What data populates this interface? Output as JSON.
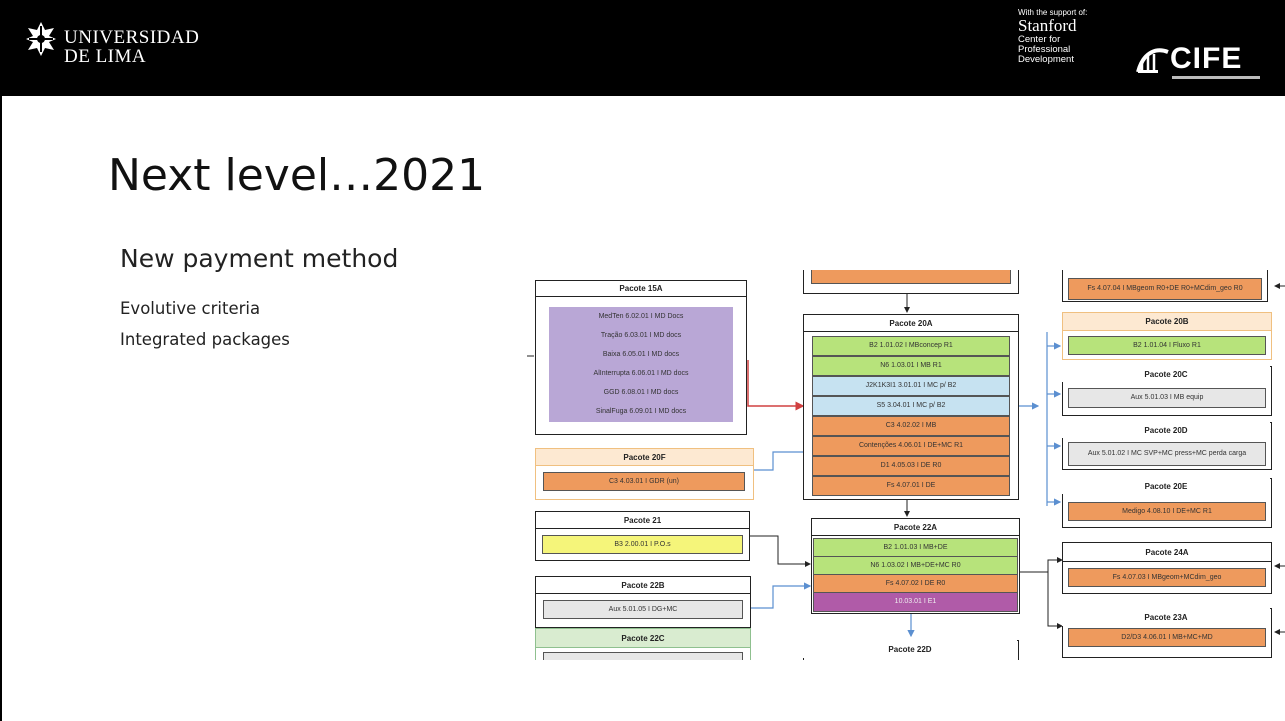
{
  "header": {
    "university": [
      "UNIVERSIDAD",
      "DE LIMA"
    ],
    "support_label": "With the support of:",
    "stanford": "Stanford",
    "center_lines": [
      "Center for",
      "Professional",
      "Development"
    ],
    "cife": "CIFE"
  },
  "slide": {
    "title": "Next level…2021",
    "subtitle": "New payment method",
    "bullets": [
      "Evolutive criteria",
      "Integrated packages"
    ]
  },
  "diagram": {
    "p15a": {
      "title": "Pacote 15A",
      "items": [
        "MedTen 6.02.01 I MD Docs",
        "Tração 6.03.01 I MD docs",
        "Baixa 6.05.01 I MD docs",
        "AlInterrupta 6.06.01 I MD docs",
        "GGD 6.08.01 I MD docs",
        "SinalFuga 6.09.01 I MD docs"
      ]
    },
    "p20f": {
      "title": "Pacote 20F",
      "items": [
        "C3 4.03.01 I GDR (un)"
      ]
    },
    "p21": {
      "title": "Pacote 21",
      "items": [
        "B3 2.00.01 I P.O.s"
      ]
    },
    "p22b": {
      "title": "Pacote 22B",
      "items": [
        "Aux 5.01.05 I DG+MC"
      ]
    },
    "p22c": {
      "title": "Pacote 22C"
    },
    "p20a": {
      "title": "Pacote 20A",
      "items": [
        "B2 1.01.02 I MBconcep R1",
        "N6 1.03.01 I MB R1",
        "J2K1K3I1 3.01.01 I MC p/ B2",
        "S5 3.04.01 I MC p/ B2",
        "C3 4.02.02 I MB",
        "Contenções 4.06.01 I DE+MC R1",
        "D1 4.05.03 I DE R0",
        "Fs 4.07.01 I DE"
      ]
    },
    "p22a": {
      "title": "Pacote 22A",
      "items": [
        "B2 1.01.03 I MB+DE",
        "N6 1.03.02 I MB+DE+MC R0",
        "Fs 4.07.02 I DE R0",
        "10.03.01 I E1"
      ]
    },
    "p22d": {
      "title": "Pacote 22D"
    },
    "top_right": {
      "items": [
        "Fs 4.07.04 I MBgeom R0+DE R0+MCdim_geo R0"
      ]
    },
    "p20b": {
      "title": "Pacote 20B",
      "items": [
        "B2 1.01.04 I Fluxo R1"
      ]
    },
    "p20c": {
      "title": "Pacote 20C",
      "items": [
        "Aux 5.01.03 I MB equip"
      ]
    },
    "p20d": {
      "title": "Pacote 20D",
      "items": [
        "Aux 5.01.02 I MC SVP+MC press+MC perda carga"
      ]
    },
    "p20e": {
      "title": "Pacote 20E",
      "items": [
        "Medigo 4.08.10 I DE+MC R1"
      ]
    },
    "p24a": {
      "title": "Pacote 24A",
      "items": [
        "Fs 4.07.03 I MBgeom+MCdim_geo"
      ]
    },
    "p23a": {
      "title": "Pacote 23A",
      "items": [
        "D2/D3 4.06.01 I MB+MC+MD"
      ]
    }
  },
  "colors": {
    "header_bg": "#000000",
    "orange": "#ee9a5d",
    "green": "#b7e37b",
    "blue": "#c6e2f1",
    "purple": "#b9a7d6",
    "yellow": "#f5f57a",
    "magenta": "#b05ba8",
    "connector_blue": "#5b8fd0",
    "connector_red": "#d04040"
  }
}
